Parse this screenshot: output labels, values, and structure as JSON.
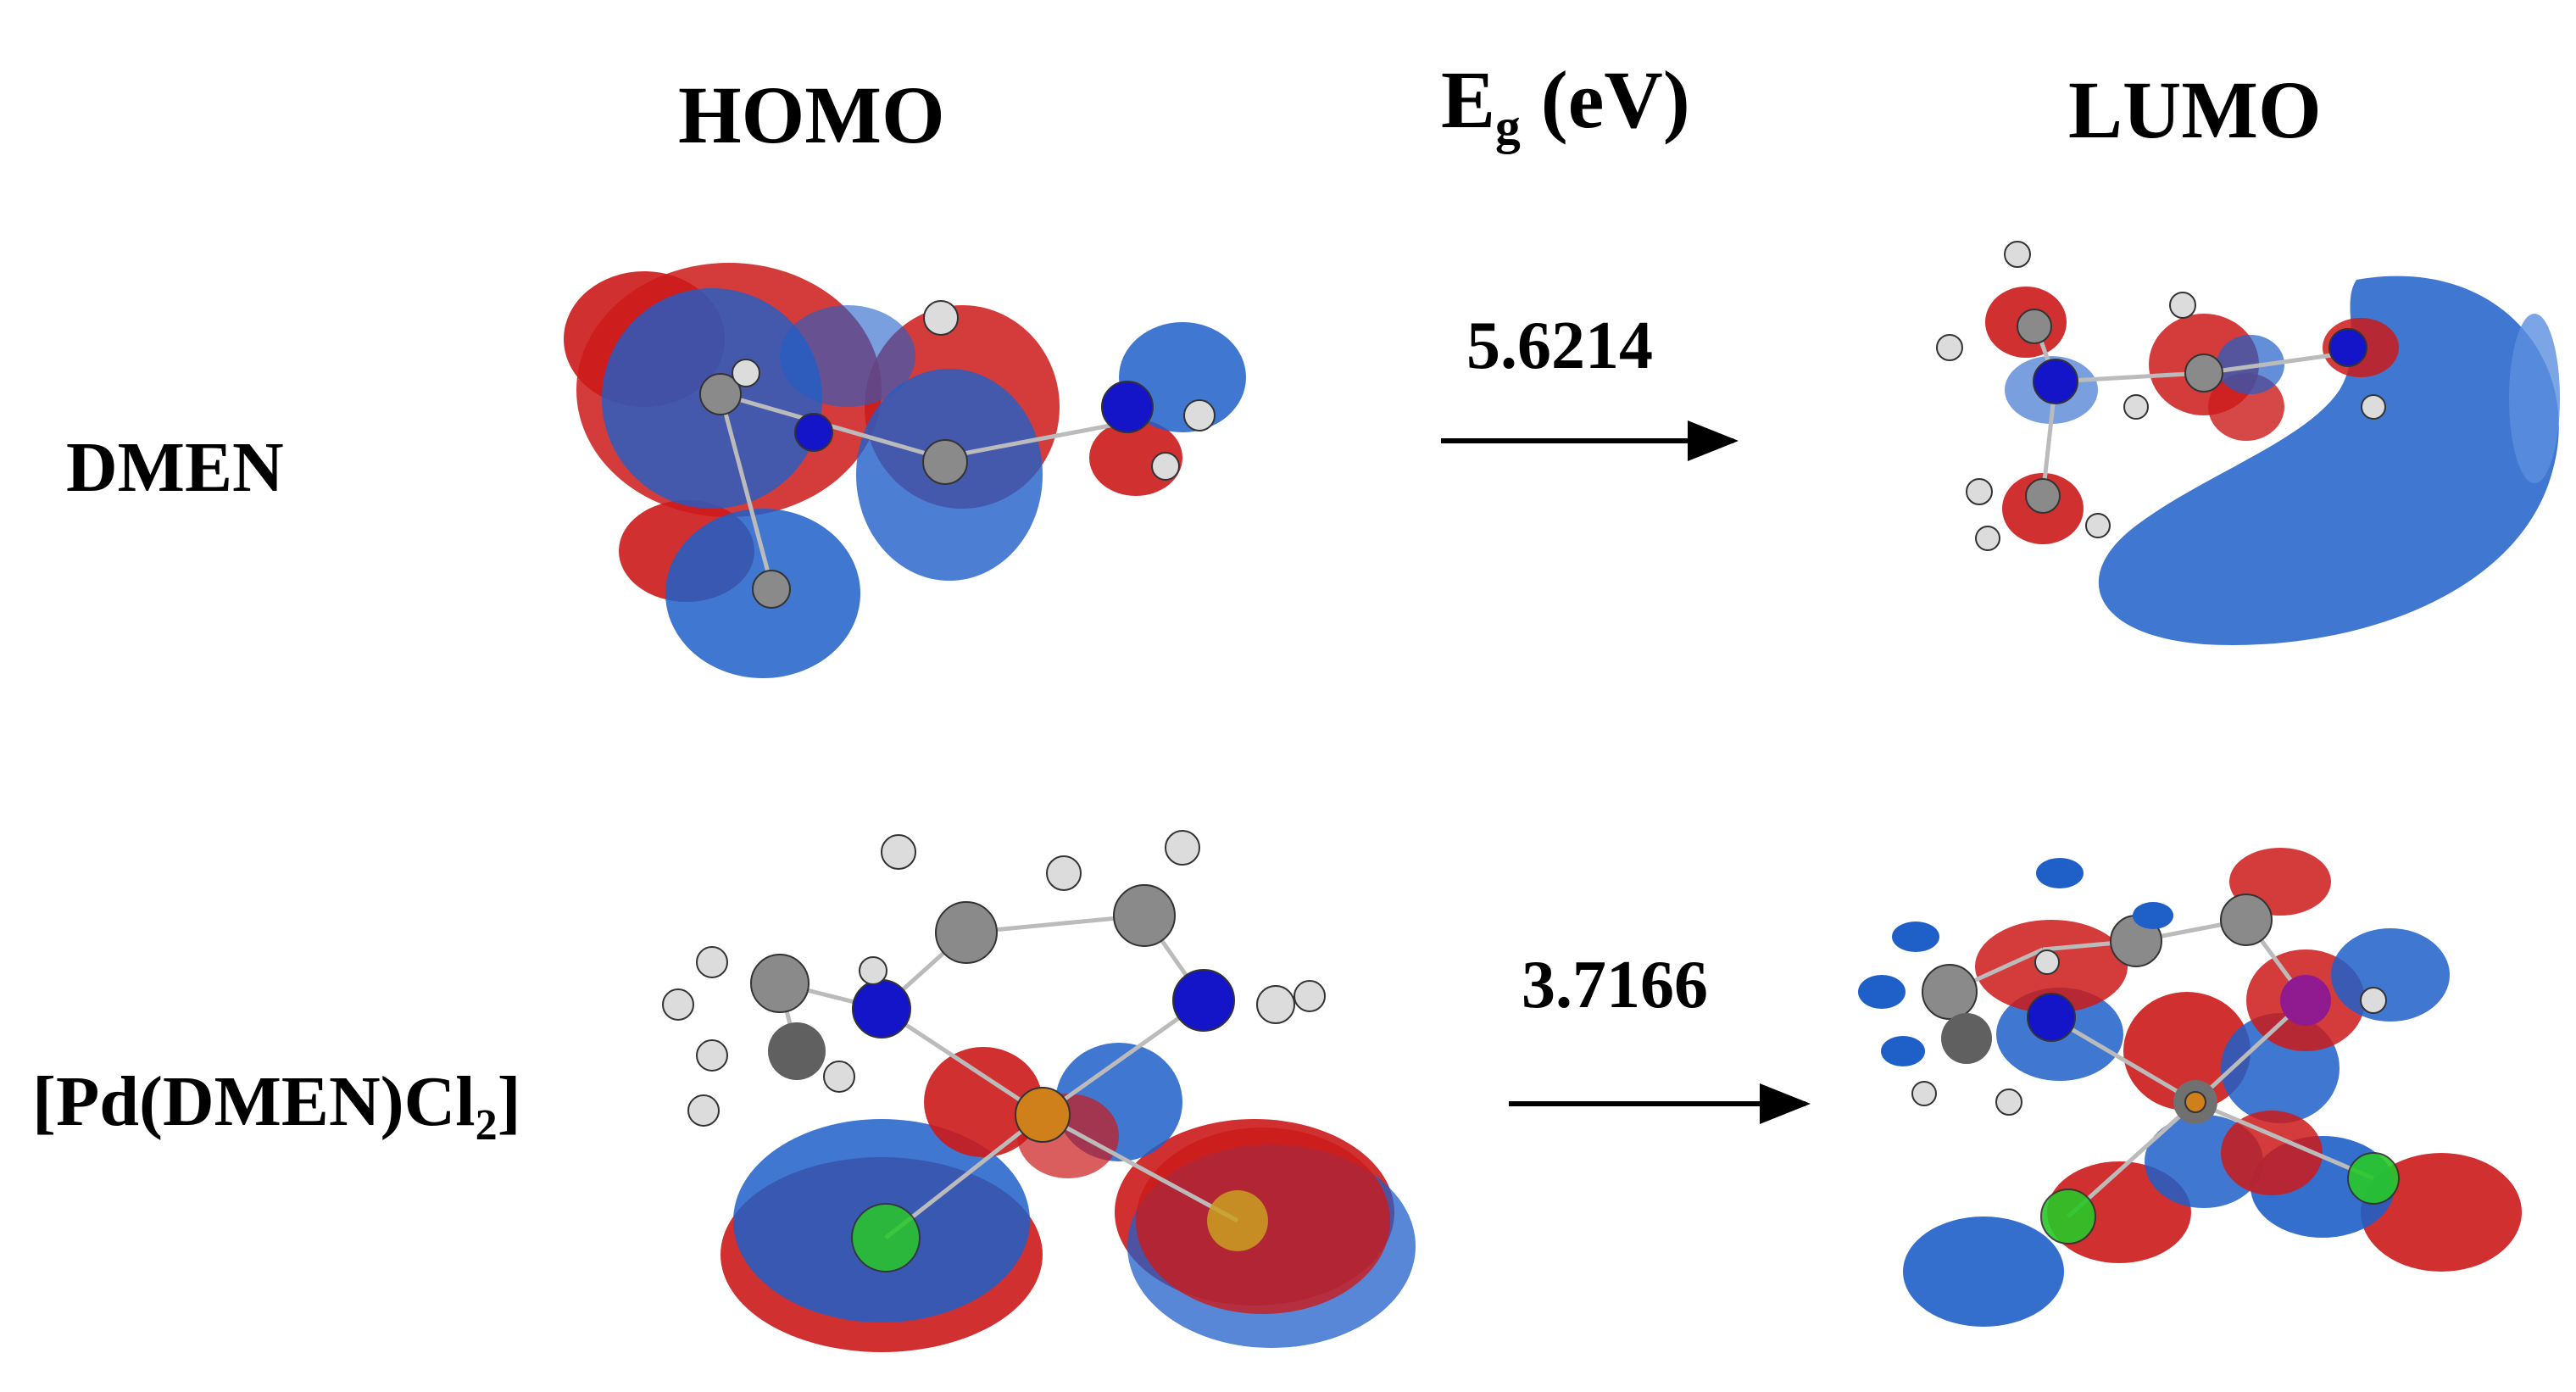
{
  "columns": {
    "homo": "HOMO",
    "eg_main": "E",
    "eg_sub": "g",
    "eg_unit": "(eV)",
    "lumo": "LUMO"
  },
  "rows": [
    {
      "label": "DMEN",
      "energy_gap": "5.6214"
    },
    {
      "label_main": "[Pd(DMEN)Cl",
      "label_sub": "2",
      "label_end": "]",
      "energy_gap": "3.7166"
    }
  ],
  "colors": {
    "lobe_red": "#cc1a1a",
    "lobe_blue": "#1f5fc8",
    "atom_nitrogen": "#1414c8",
    "atom_carbon": "#8a8a8a",
    "atom_hydrogen": "#dcdcdc",
    "atom_chlorine": "#28c828",
    "atom_palladium": "#d0801a"
  }
}
